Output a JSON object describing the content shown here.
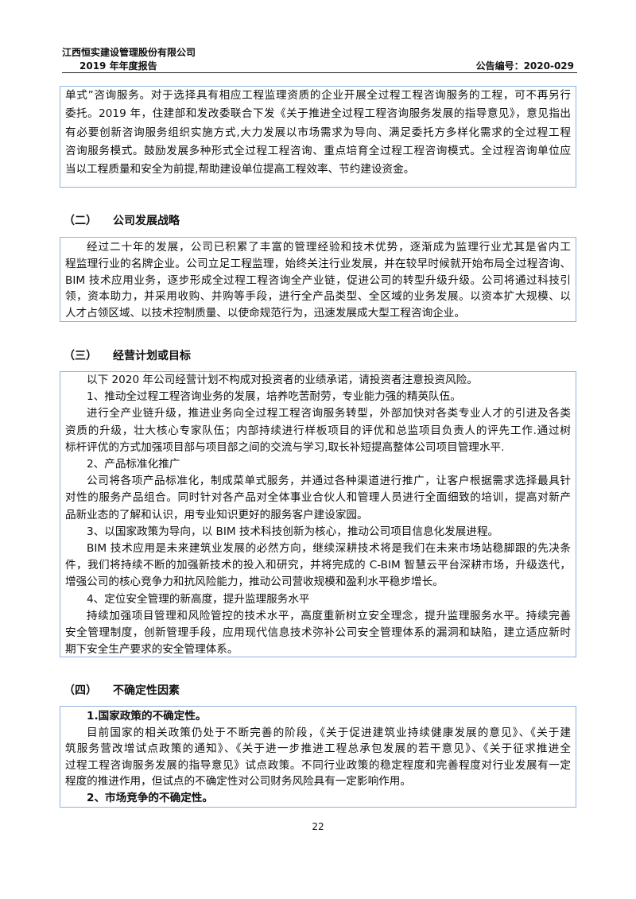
{
  "header": {
    "company": "江西恒实建设管理股份有限公司",
    "report": "2019 年年度报告",
    "notice": "公告编号：2020-029"
  },
  "box1": [
    {
      "t": "单式”咨询服务。对于选择具有相应工程监理资质的企业开展全过程工程咨询服务的工程，可不再另行"
    },
    {
      "t": "委托。2019 年，住建部和发改委联合下发《关于推进全过程工程咨询服务发展的指导意见》，意见指出"
    },
    {
      "t": "有必要创新咨询服务组织实施方式,大力发展以市场需求为导向、满足委托方多样化需求的全过程工程"
    },
    {
      "t": "咨询服务模式。鼓励发展多种形式全过程工程咨询、重点培育全过程工程咨询模式。全过程咨询单位应"
    },
    {
      "t": "当以工程质量和安全为前提,帮助建设单位提高工程效率、节约建设资金。"
    }
  ],
  "sec2": {
    "num": "（二）",
    "title": "公司发展战略"
  },
  "box2": [
    {
      "t": "经过二十年的发展，公司已积累了丰富的管理经验和技术优势，逐渐成为监理行业尤其是省内工"
    },
    {
      "t": "程监理行业的名牌企业。公司立足工程监理，始终关注行业发展，并在较早时候就开始布局全过程咨询、"
    },
    {
      "t": "BIM 技术应用业务，逐步形成全过程工程咨询全产业链，促进公司的转型升级升级。公司将通过科技引"
    },
    {
      "t": "领，资本助力，并采用收购、并购等手段，进行全产品类型、全区域的业务发展。以资本扩大规模、以"
    },
    {
      "t": "人才占领区域、以技术控制质量、以使命规范行为，迅速发展成大型工程咨询企业。"
    }
  ],
  "sec3": {
    "num": "（三）",
    "title": "经营计划或目标"
  },
  "box3": [
    {
      "t": "以下 2020 年公司经营计划不构成对投资者的业绩承诺，请投资者注意投资风险。"
    },
    {
      "t": "1、推动全过程工程咨询业务的发展，培养吃苦耐劳，专业能力强的精英队伍。"
    },
    {
      "t": "进行全产业链升级，推进业务向全过程工程咨询服务转型，外部加快对各类专业人才的引进及各类"
    },
    {
      "t": "资质的升级，壮大核心专家队伍；内部持续进行样板项目的评优和总监项目负责人的评先工作.通过树"
    },
    {
      "t": "标杆评优的方式加强项目部与项目部之间的交流与学习,取长补短提高整体公司项目管理水平."
    },
    {
      "t": "2、产品标准化推广"
    },
    {
      "t": "公司将各项产品标准化，制成菜单式服务，并通过各种渠道进行推广，让客户根据需求选择最具针"
    },
    {
      "t": "对性的服务产品组合。同时针对各产品对全体事业合伙人和管理人员进行全面细致的培训，提高对新产"
    },
    {
      "t": "品新业态的了解和认识，用专业知识更好的服务客户建设家园。"
    },
    {
      "t": "3、以国家政策为导向，以 BIM 技术科技创新为核心，推动公司项目信息化发展进程。"
    },
    {
      "t": "BIM 技术应用是未来建筑业发展的必然方向，继续深耕技术将是我们在未来市场站稳脚跟的先决条"
    },
    {
      "t": "件，我们将持续不断的加强新技术的投入和研究，并将完成的 C-BIM 智慧云平台深耕市场，升级迭代，"
    },
    {
      "t": "增强公司的核心竞争力和抗风险能力，推动公司营收规模和盈利水平稳步增长。"
    },
    {
      "t": "4、定位安全管理的新高度，提升监理服务水平"
    },
    {
      "t": "持续加强项目管理和风险管控的技术水平，高度重新树立安全理念，提升监理服务水平。持续完善"
    },
    {
      "t": "安全管理制度，创新管理手段，应用现代信息技术弥补公司安全管理体系的漏洞和缺陷，建立适应新时"
    },
    {
      "t": "期下安全生产要求的安全管理体系。"
    }
  ],
  "sec4": {
    "num": "（四）",
    "title": "不确定性因素"
  },
  "box4": [
    {
      "t": "1.国家政策的不确定性。"
    },
    {
      "t": "目前国家的相关政策仍处于不断完善的阶段，《关于促进建筑业持续健康发展的意见》、《关于建"
    },
    {
      "t": "筑服务营改增试点政策的通知》、《关于进一步推进工程总承包发展的若干意见》、《关于征求推进全"
    },
    {
      "t": "过程工程咨询服务发展的指导意见》试点政策。不同行业政策的稳定程度和完善程度对行业发展有一定"
    },
    {
      "t": "程度的推进作用，但试点的不确定性对公司财务风险具有一定影响作用。"
    },
    {
      "t": "2、市场竞争的不确定性。"
    }
  ],
  "page_number": "22"
}
